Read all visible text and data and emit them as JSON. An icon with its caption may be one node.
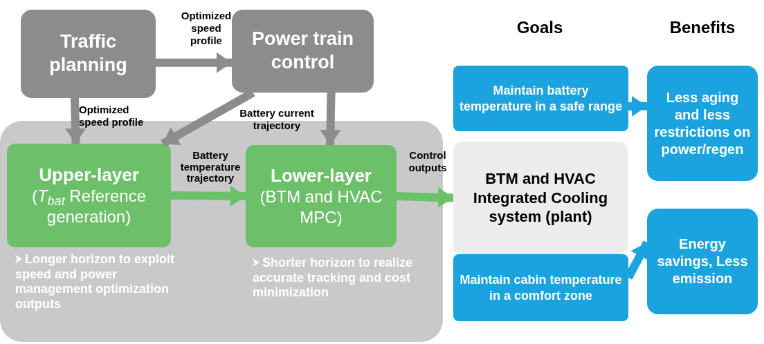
{
  "diagram": {
    "nodes": [
      {
        "text": [
          "Traffic planning"
        ]
      },
      {
        "text": [
          "Power train control"
        ]
      },
      {
        "text": [],
        "shape": "box"
      },
      {
        "text": [
          "Upper-layer",
          "(*T*$_{bat}$ Reference generation)"
        ],
        "in": 2,
        "beside": [
          "Longer horizon to exploit speed and power management optimization outputs"
        ]
      },
      {
        "text": [
          "Lower-layer",
          "(BTM and HVAC MPC)"
        ],
        "in": 2,
        "beside": [
          "Shorter horizon to realize accurate tracking and cost minimization"
        ]
      },
      {
        "text": [
          "BTM and HVAC Integrated Cooling system (plant)"
        ]
      },
      {
        "text": [
          "Maintain battery temperature in a safe range"
        ]
      },
      {
        "text": [
          "Less aging and less restrictions on power/regen"
        ]
      },
      {
        "text": [
          "Maintain cabin temperature in a comfort zone"
        ]
      },
      {
        "text": [
          "Energy savings, Less emission"
        ]
      }
    ],
    "edges": [
      {
        "from": 0,
        "to": 1,
        "arrow": "to",
        "label": "Optimized speed profile"
      },
      {
        "from": 0,
        "to": 3,
        "arrow": "to",
        "label": "Optimized speed profile"
      },
      {
        "from": 1,
        "to": 3,
        "arrow": "to"
      },
      {
        "from": 1,
        "to": 4,
        "arrow": "to",
        "label": "Battery current trajectory"
      },
      {
        "from": 3,
        "to": 4,
        "arrow": "to",
        "label": "Battery temperature trajectory",
        "color": "#6cc06a"
      },
      {
        "from": 4,
        "to": 5,
        "arrow": "to",
        "label": "Control outputs",
        "color": "#6cc06a"
      },
      {
        "from": 6,
        "to": 7,
        "arrow": "to",
        "color": "#1aa3df"
      },
      {
        "from": 8,
        "to": 9,
        "arrow": "to",
        "color": "#1aa3df"
      }
    ],
    "labels": [
      "Goals",
      "Benefits"
    ]
  }
}
